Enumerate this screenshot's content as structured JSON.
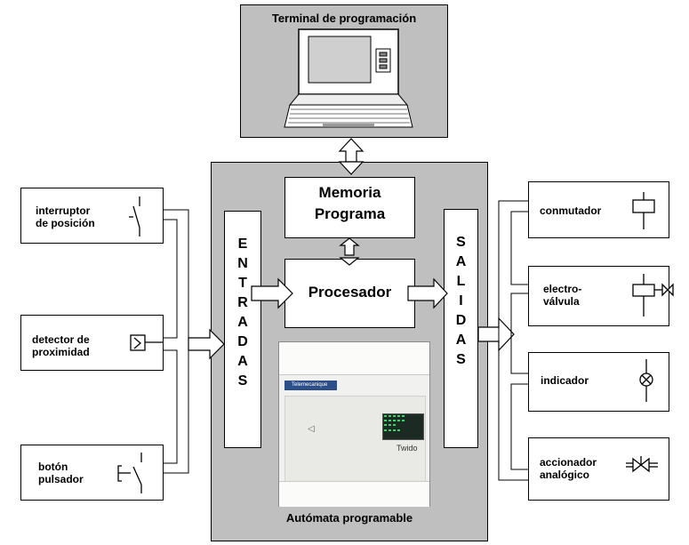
{
  "terminal": {
    "title": "Terminal de programación"
  },
  "plc": {
    "title": "Autómata programable",
    "memory_line1": "Memoria",
    "memory_line2": "Programa",
    "processor": "Procesador",
    "inputs": "E\nN\nT\nR\nA\nD\nA\nS",
    "outputs": "S\nA\nL\nI\nD\nA\nS",
    "device_brand": "Telemecanique",
    "device_model": "Twido"
  },
  "inputs": [
    {
      "line1": "interruptor",
      "line2": "de posición"
    },
    {
      "line1": "detector de",
      "line2": "proximidad"
    },
    {
      "line1": "botón",
      "line2": "pulsador"
    }
  ],
  "outputs": [
    {
      "line1": "conmutador",
      "line2": ""
    },
    {
      "line1": "electro-",
      "line2": "válvula"
    },
    {
      "line1": "indicador",
      "line2": ""
    },
    {
      "line1": "accionador",
      "line2": "analógico"
    }
  ],
  "colors": {
    "panel": "#bfbfbf",
    "arrow_fill": "#ffffff",
    "line": "#000000"
  }
}
